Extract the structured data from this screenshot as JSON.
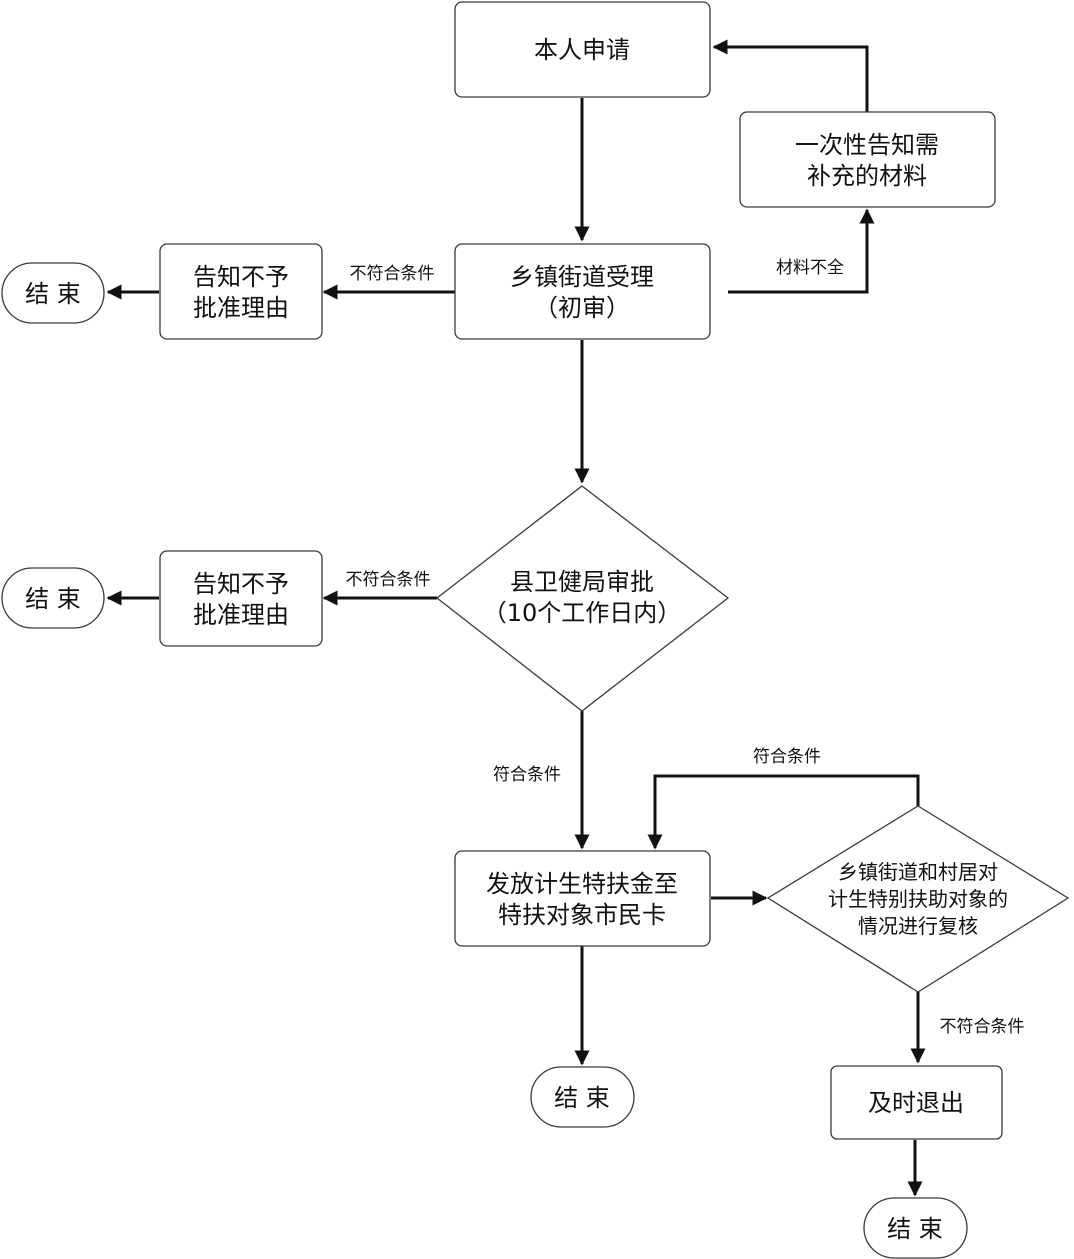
{
  "nodes": {
    "apply": "本人申请",
    "supplement": [
      "一次性告知需",
      "补充的材料"
    ],
    "town_accept": [
      "乡镇街道受理",
      "（初审）"
    ],
    "notify_reject_1": [
      "告知不予",
      "批准理由"
    ],
    "end_1": "结 束",
    "county_approve": [
      "县卫健局审批",
      "（10个工作日内）"
    ],
    "notify_reject_2": [
      "告知不予",
      "批准理由"
    ],
    "end_2": "结 束",
    "issue_funds": [
      "发放计生特扶金至",
      "特扶对象市民卡"
    ],
    "review": [
      "乡镇街道和村居对",
      "计生特别扶助对象的",
      "情况进行复核"
    ],
    "end_3": "结 束",
    "exit": "及时退出",
    "end_4": "结 束"
  },
  "edges": {
    "incomplete": "材料不全",
    "not_qualified_1": "不符合条件",
    "not_qualified_2": "不符合条件",
    "qualified_1": "符合条件",
    "qualified_2": "符合条件",
    "not_qualified_3": "不符合条件"
  }
}
